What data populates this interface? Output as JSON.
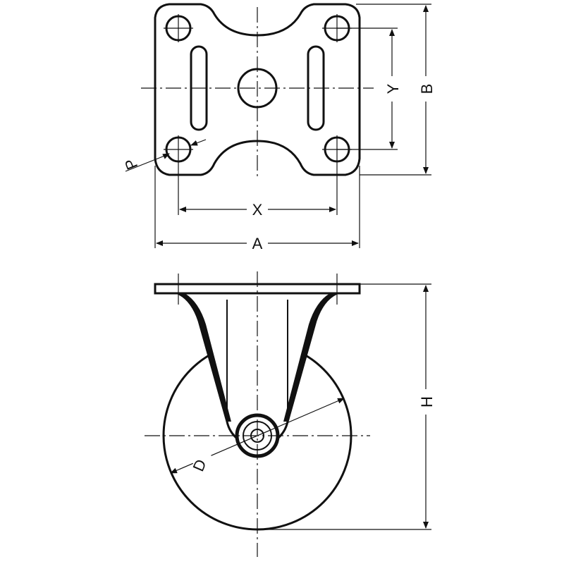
{
  "labels": {
    "A": "A",
    "B": "B",
    "X": "X",
    "Y": "Y",
    "P": "P",
    "H": "H",
    "D": "D"
  },
  "colors": {
    "line": "#111111",
    "background": "#ffffff"
  }
}
